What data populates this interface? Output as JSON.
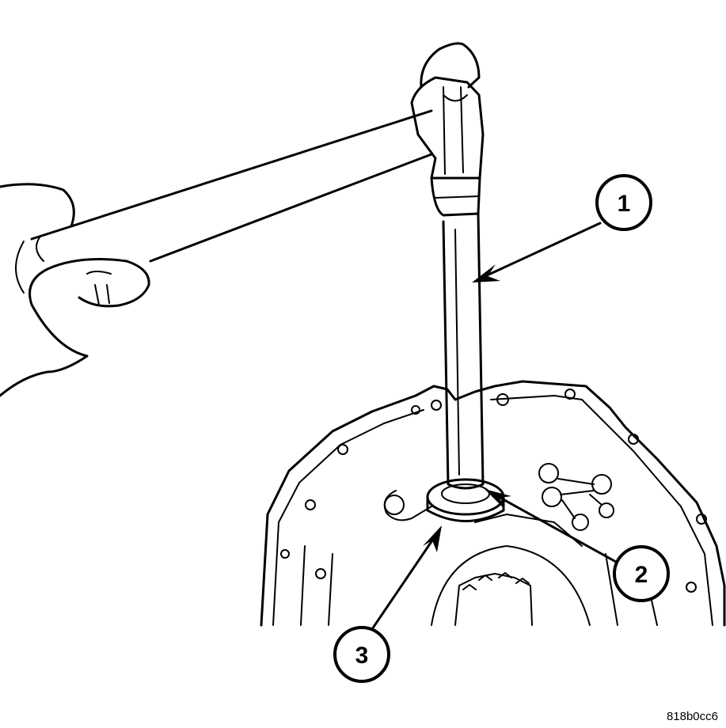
{
  "callouts": [
    {
      "number": "1"
    },
    {
      "number": "2"
    },
    {
      "number": "3"
    }
  ],
  "figure_code": "818b0cc6"
}
